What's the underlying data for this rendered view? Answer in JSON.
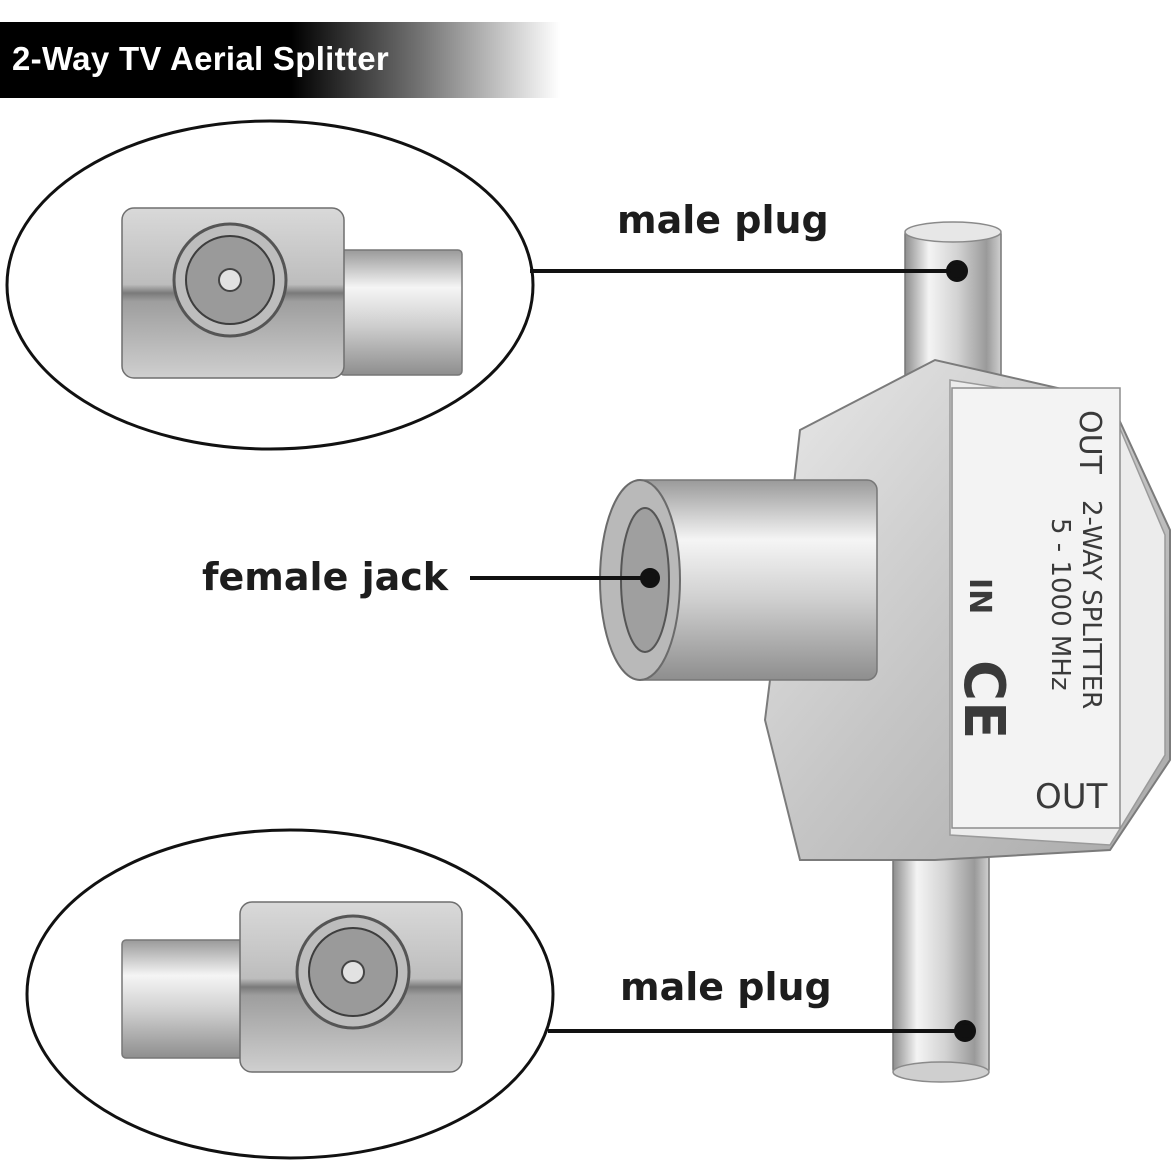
{
  "header": {
    "title": "2-Way TV Aerial Splitter"
  },
  "callouts": {
    "top_plug": "male plug",
    "jack": "female jack",
    "bottom_plug": "male plug"
  },
  "product_label": {
    "out_top": "OUT",
    "model": "2-WAY SPLITTER",
    "frequency": "5 - 1000 MHz",
    "in": "IN",
    "mark": "CE",
    "out_bottom": "OUT"
  },
  "colors": {
    "accent": "#000000",
    "metal": "#c9c9c9",
    "leader": "#111111"
  }
}
